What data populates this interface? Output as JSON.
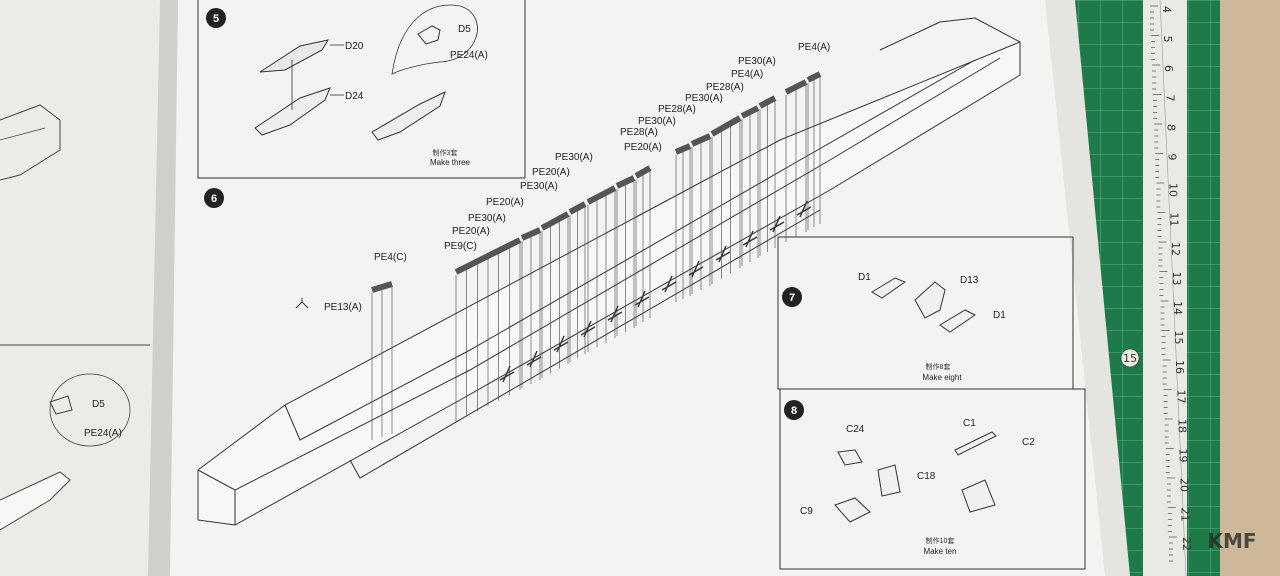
{
  "steps": {
    "s5": {
      "number": "5",
      "labels": {
        "d20": "D20",
        "d24": "D24",
        "d5": "D5",
        "pe24": "PE24(A)"
      },
      "note_cn": "制作3套",
      "note_en": "Make three"
    },
    "s6": {
      "number": "6",
      "labels_left": [
        "PE4(C)",
        "PE13(A)",
        "PE9(C)",
        "PE20(A)",
        "PE30(A)",
        "PE20(A)",
        "PE30(A)",
        "PE20(A)",
        "PE30(A)"
      ],
      "labels_right": [
        "PE20(A)",
        "PE28(A)",
        "PE30(A)",
        "PE28(A)",
        "PE30(A)",
        "PE28(A)",
        "PE4(A)",
        "PE30(A)",
        "PE4(A)"
      ]
    },
    "s7": {
      "number": "7",
      "labels": {
        "d1a": "D1",
        "d13": "D13",
        "d1b": "D1"
      },
      "note_cn": "制作8套",
      "note_en": "Make eight"
    },
    "s8": {
      "number": "8",
      "labels": {
        "c24": "C24",
        "c1": "C1",
        "c2": "C2",
        "c18": "C18",
        "c9": "C9"
      },
      "note_cn": "制作10套",
      "note_en": "Make ten"
    },
    "left_page": {
      "labels": {
        "d5": "D5",
        "pe24": "PE24(A)"
      }
    }
  },
  "ruler": {
    "numbers": [
      "4",
      "5",
      "6",
      "7",
      "8",
      "9",
      "10",
      "11",
      "12",
      "13",
      "14",
      "15",
      "16",
      "17",
      "18",
      "19",
      "20",
      "21",
      "22"
    ],
    "circled": "15"
  },
  "watermark": {
    "text": "KMF"
  },
  "colors": {
    "paper": "#f4f4f2",
    "mat": "#1f7a4a",
    "line": "#333333",
    "photoetch": "#555555"
  }
}
